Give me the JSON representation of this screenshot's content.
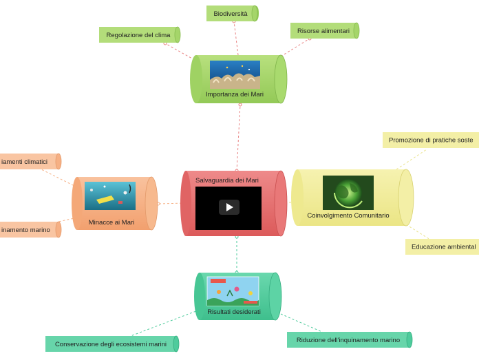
{
  "central": {
    "title": "Salvaguardia dei Mari",
    "has_video": true
  },
  "nodes": {
    "importanza": {
      "title": "Importanza dei Mari",
      "image": "coral-reef-photo"
    },
    "minacce": {
      "title": "Minacce ai Mari",
      "image": "ocean-plastic-photo"
    },
    "coinvolgimento": {
      "title": "Coinvolgimento Comunitario",
      "image": "green-globe-photo"
    },
    "risultati": {
      "title": "Risultati desiderati",
      "image": "sea-poster-illustration"
    }
  },
  "leaves": {
    "biodiversita": "Biodiversità",
    "regolazione": "Regolazione del clima",
    "risorse": "Risorse alimentari",
    "cambiamenti": "iamenti climatici",
    "inquinamento": "inamento marino",
    "promozione": "Promozione di pratiche soste",
    "educazione": "Educazione ambiental",
    "conservazione": "Conservazione degli ecosistemi marini",
    "riduzione": "Riduzione dell'inquinamento marino"
  },
  "colors": {
    "red": "#e46b6b",
    "green": "#a5d56a",
    "orange": "#f6b084",
    "yellow": "#f1ec9a",
    "teal": "#4ecb9c"
  }
}
